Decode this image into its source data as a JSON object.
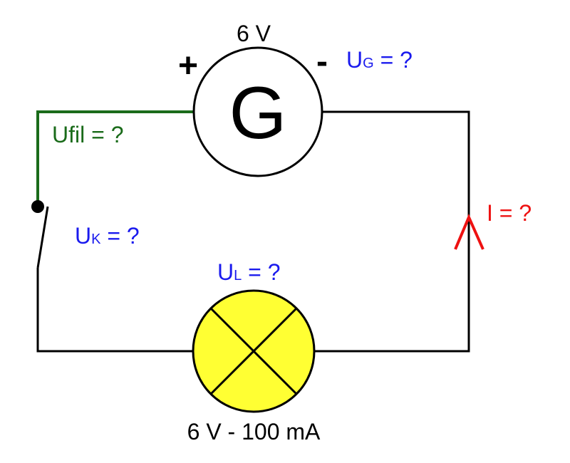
{
  "generator": {
    "symbol": "G",
    "voltage": "6 V",
    "plus": "+",
    "minus": "-",
    "unknown_label": {
      "main": "U",
      "sub": "G",
      "rest": " = ?"
    }
  },
  "wire_label": "Ufil = ?",
  "switch_label": {
    "main": "U",
    "sub": "K",
    "rest": " = ?"
  },
  "lamp": {
    "label": {
      "main": "U",
      "sub": "L",
      "rest": " = ?"
    },
    "rating": "6 V - 100 mA",
    "fill_color": "#ffff33"
  },
  "current_label": "I = ?",
  "colors": {
    "wire": "#000000",
    "wire_highlight": "#1a6b1a",
    "unknown_voltage": "#1a1aee",
    "current": "#ee1111"
  }
}
